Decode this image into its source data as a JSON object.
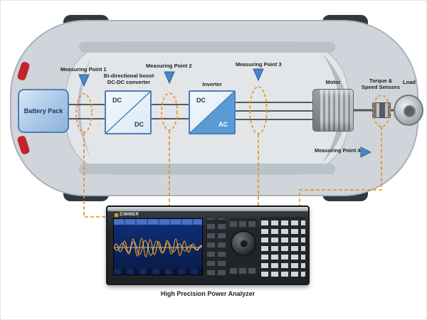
{
  "diagram": {
    "measuring_points": [
      {
        "label": "Measuring Point 1"
      },
      {
        "label": "Measuring Point 2"
      },
      {
        "label": "Measuring Point 3"
      },
      {
        "label": "Measuring Point 4"
      }
    ],
    "components": {
      "battery": {
        "label": "Battery Pack"
      },
      "dcdc": {
        "title": "Bi-directional boost\nDC-DC converter",
        "input_label": "DC",
        "output_label": "DC"
      },
      "inverter": {
        "title": "Inverter",
        "input_label": "DC",
        "output_label": "AC"
      },
      "motor": {
        "label": "Motor"
      },
      "sensors": {
        "label": "Torque &\nSpeed Sensors"
      },
      "load": {
        "label": "Load"
      }
    }
  },
  "analyzer": {
    "brand": "ZIMMER",
    "caption": "High Precision Power Analyzer"
  },
  "colors": {
    "measurement_orange": "#ef8a1d",
    "marker_blue": "#4a86c8",
    "component_blue": "#4d7fb8",
    "car_gray": "#cfd5da"
  }
}
